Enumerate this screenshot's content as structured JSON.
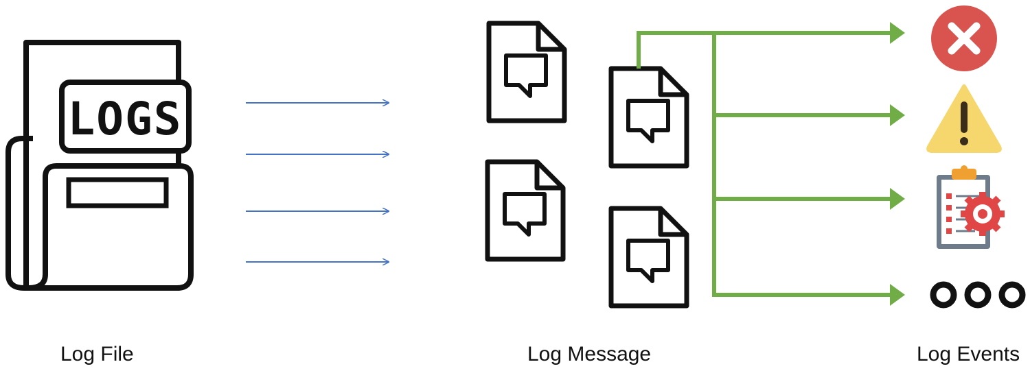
{
  "log_icon_text": "LOGS",
  "labels": {
    "log_file": "Log File",
    "log_message": "Log Message",
    "log_events": "Log Events"
  },
  "colors": {
    "blue_arrow": "#4472c4",
    "green_arrow": "#70ad47",
    "error_red": "#d9534f",
    "warning_yellow": "#f5d76e",
    "clipboard_orange": "#f0a030",
    "clipboard_gear_red": "#e04646",
    "outline": "#111111"
  },
  "icons": {
    "source": "log-file-icon",
    "messages": "log-message-doc-icon",
    "events": [
      "error-icon",
      "warning-icon",
      "clipboard-settings-icon",
      "more-icon"
    ]
  }
}
